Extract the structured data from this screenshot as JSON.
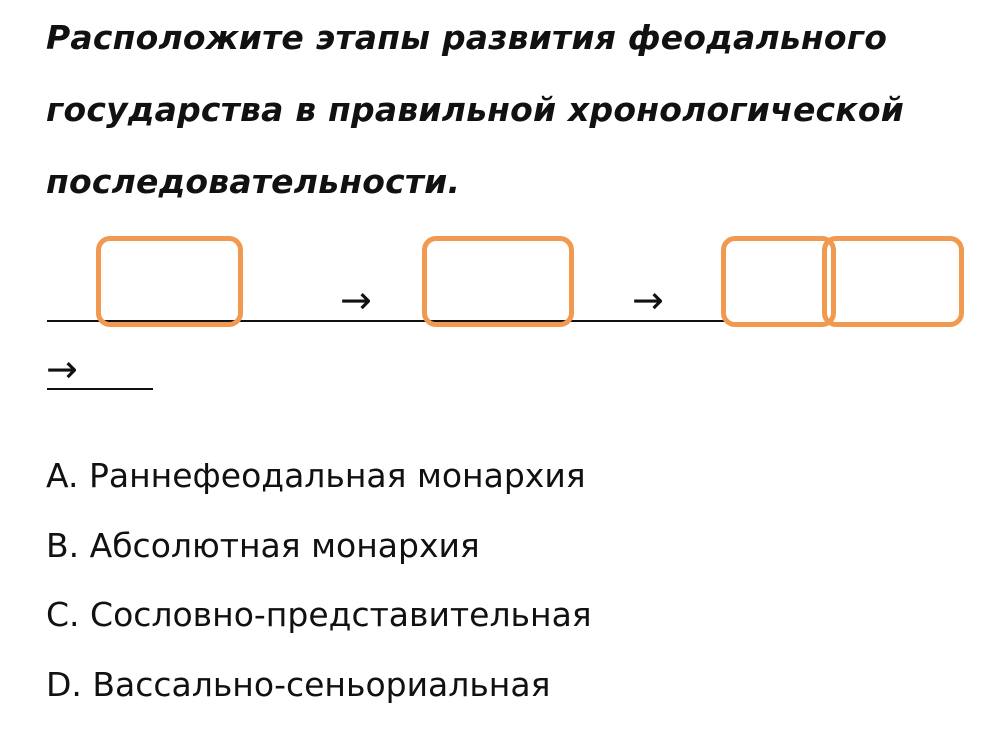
{
  "question": {
    "line1": "Расположите этапы развития феодального",
    "line2": "государства в правильной хронологической",
    "line3": "последовательности."
  },
  "sequence": {
    "arrow_glyph": "→",
    "slot_count": 4
  },
  "options": [
    {
      "text": "A. Раннефеодальная монархия"
    },
    {
      "text": "B. Абсолютная монархия"
    },
    {
      "text": "C. Сословно-представительная"
    },
    {
      "text": "D. Вассально-сеньориальная"
    }
  ],
  "colors": {
    "box_border": "#f0994f",
    "text": "#111111"
  }
}
